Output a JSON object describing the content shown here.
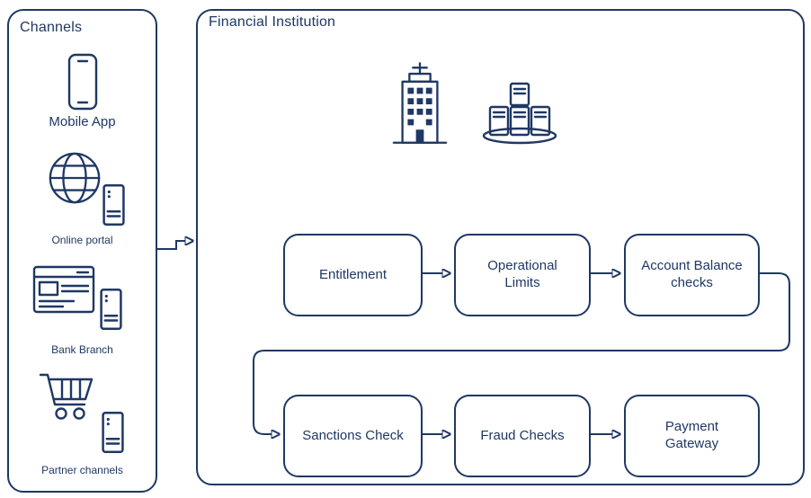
{
  "colors": {
    "ink": "#1f3864"
  },
  "channels": {
    "title": "Channels",
    "items": [
      {
        "label": "Mobile App",
        "icon": "mobile-phone-icon"
      },
      {
        "label": "Online portal",
        "icon": "globe-icon"
      },
      {
        "label": "Bank Branch",
        "icon": "browser-window-icon"
      },
      {
        "label": "Partner channels",
        "icon": "shopping-cart-icon"
      }
    ]
  },
  "financial_institution": {
    "title": "Financial Institution",
    "icons": [
      "bank-building-icon",
      "server-cluster-icon"
    ],
    "steps": [
      {
        "label": "Entitlement"
      },
      {
        "label": "Operational Limits"
      },
      {
        "label": "Account Balance checks"
      },
      {
        "label": "Sanctions Check"
      },
      {
        "label": "Fraud Checks"
      },
      {
        "label": "Payment Gateway"
      }
    ]
  },
  "flow": {
    "sequence": "Channels -> Entitlement -> Operational Limits -> Account Balance checks -> Sanctions Check -> Fraud Checks -> Payment Gateway"
  }
}
